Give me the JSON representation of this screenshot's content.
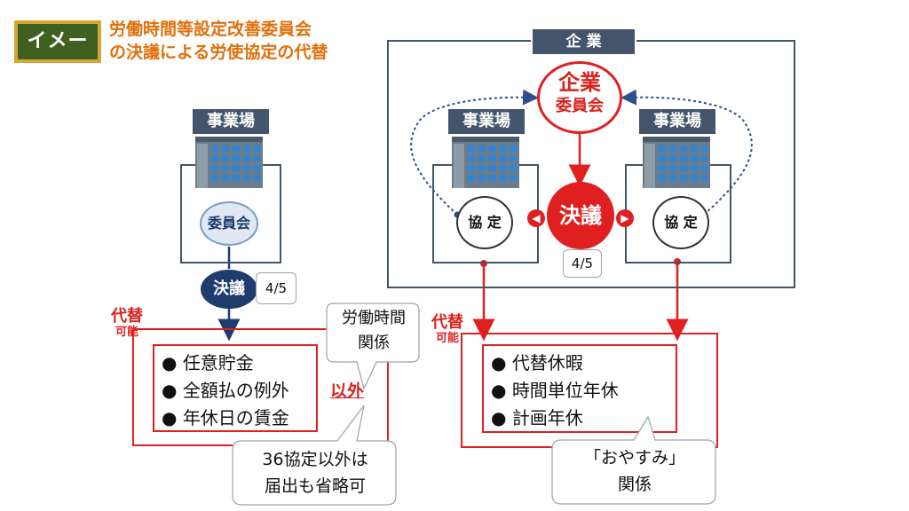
{
  "badge": {
    "label": "イメージ"
  },
  "title": {
    "line1": "労働時間等設定改善委員会",
    "line2": "の決議による労使協定の代替"
  },
  "left": {
    "workplace_label": "事業場",
    "committee_label": "委員会",
    "resolution_label": "決議",
    "ratio": "4/5",
    "substitute_line1": "代替",
    "substitute_line2": "可能",
    "items": [
      "任意貯金",
      "全額払の例外",
      "年休日の賃金"
    ],
    "except_label": "以外",
    "callout_top": [
      "労働時間",
      "関係"
    ],
    "callout_bottom": [
      "36協定以外は",
      "届出も省略可"
    ]
  },
  "right": {
    "company_label": "企 業",
    "company_committee_line1": "企業",
    "company_committee_line2": "委員会",
    "resolution_label": "決議",
    "ratio": "4/5",
    "workplace_label": "事業場",
    "agreement_label": "協 定",
    "substitute_line1": "代替",
    "substitute_line2": "可能",
    "items": [
      "代替休暇",
      "時間単位年休",
      "計画年休"
    ],
    "callout": [
      "「おやすみ」",
      "関係"
    ]
  },
  "colors": {
    "accent_red": "#e02020",
    "navy": "#1f3c6e",
    "slate": "#44546a",
    "title_orange": "#e0700c",
    "badge_green": "#3f6020"
  }
}
